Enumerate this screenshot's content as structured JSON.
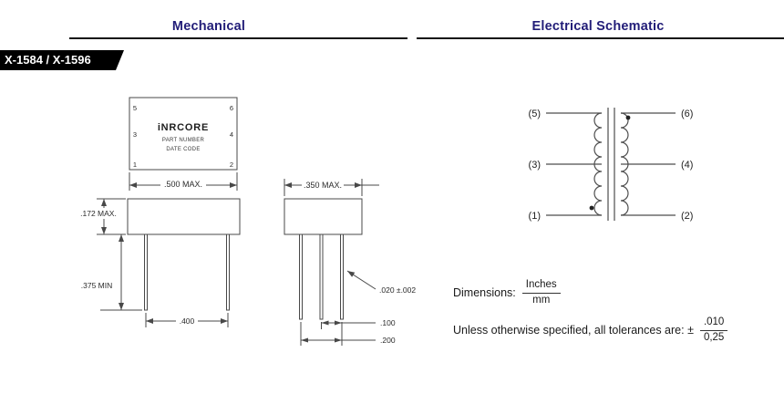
{
  "header": {
    "mechanical_title": "Mechanical",
    "electrical_title": "Electrical Schematic"
  },
  "banner": {
    "part_numbers": "X-1584 / X-1596"
  },
  "mechanical": {
    "top_view": {
      "pin_top_left": "5",
      "pin_top_right": "6",
      "pin_mid_left": "3",
      "pin_mid_right": "4",
      "pin_bottom_left": "1",
      "pin_bottom_right": "2",
      "brand": "iNRCORE",
      "body_label_line1": "PART NUMBER",
      "body_label_line2": "DATE CODE",
      "width_dim": ".500 MAX."
    },
    "front_view": {
      "height_dim": ".172 MAX.",
      "pin_length_dim": ".375 MIN",
      "pin_span_dim": ".400"
    },
    "side_view": {
      "width_dim": ".350 MAX.",
      "pin_thickness_dim": ".020 ±.002",
      "pin_pitch_dim": ".100",
      "pin_row_span_dim": ".200"
    }
  },
  "schematic": {
    "pin_5": "(5)",
    "pin_3": "(3)",
    "pin_1": "(1)",
    "pin_6": "(6)",
    "pin_4": "(4)",
    "pin_2": "(2)"
  },
  "notes": {
    "dimensions_label": "Dimensions:",
    "units_numerator": "Inches",
    "units_denominator": "mm",
    "tolerance_label": "Unless otherwise specified, all tolerances are: ±",
    "tolerance_numerator": ".010",
    "tolerance_denominator": "0,25"
  },
  "colors": {
    "title_blue": "#221d78",
    "banner_black": "#000000",
    "drawing_line": "#484848"
  }
}
